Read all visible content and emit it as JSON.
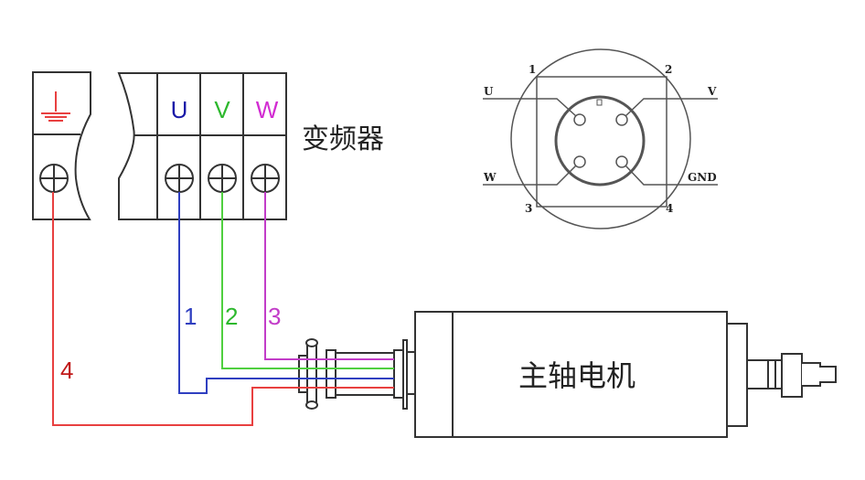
{
  "inverter": {
    "label": "变频器",
    "ground_symbol": "ground-icon",
    "terminals": [
      {
        "label": "U",
        "color": "#1a1aa8"
      },
      {
        "label": "V",
        "color": "#2db82d"
      },
      {
        "label": "W",
        "color": "#d22cd2"
      }
    ]
  },
  "wires": [
    {
      "number": "1",
      "phase": "U",
      "color": "#2f3fc0"
    },
    {
      "number": "2",
      "phase": "V",
      "color": "#4fcf3f"
    },
    {
      "number": "3",
      "phase": "W",
      "color": "#c23cc8"
    },
    {
      "number": "4",
      "phase": "GND",
      "color": "#e84040",
      "label_color": "#c01818"
    }
  ],
  "connector": {
    "pins": [
      {
        "number": "1",
        "signal": "U"
      },
      {
        "number": "2",
        "signal": "V"
      },
      {
        "number": "3",
        "signal": "W"
      },
      {
        "number": "4",
        "signal": "GND"
      }
    ]
  },
  "motor": {
    "label": "主轴电机"
  }
}
